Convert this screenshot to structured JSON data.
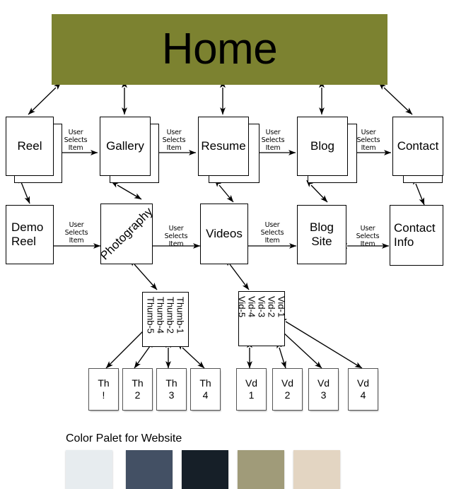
{
  "diagram": {
    "title": "Home",
    "banner_color": "#7c8230",
    "edge_caption": "User\nSelects\nItem",
    "edge_caption_lines": [
      "User",
      "Selects",
      "Item"
    ]
  },
  "rows": {
    "top": [
      {
        "id": "reel",
        "label": "Reel"
      },
      {
        "id": "gallery",
        "label": "Gallery"
      },
      {
        "id": "resume",
        "label": "Resume"
      },
      {
        "id": "blog",
        "label": "Blog"
      },
      {
        "id": "contact",
        "label": "Contact"
      }
    ],
    "second": [
      {
        "id": "demo-reel",
        "label": "Demo\nReel",
        "line1": "Demo",
        "line2": "Reel"
      },
      {
        "id": "photography",
        "label": "Photography",
        "rotated": true
      },
      {
        "id": "videos",
        "label": "Videos"
      },
      {
        "id": "blog-site",
        "label": "Blog\nSite",
        "line1": "Blog",
        "line2": "Site"
      },
      {
        "id": "contact-info",
        "label": "Contact\nInfo",
        "line1": "Contact",
        "line2": "Info"
      }
    ],
    "third": [
      {
        "id": "thumbs-group",
        "labels": [
          "Thumb-1",
          "Thumb-2",
          "Thumb-4",
          "Thumb-5"
        ]
      },
      {
        "id": "vids-group",
        "labels": [
          "Vid-1",
          "Vid-2",
          "Vid-3",
          "Vid-4",
          "Vid-5"
        ]
      }
    ],
    "leaves": {
      "thumbs": [
        {
          "id": "th-1",
          "line1": "Th",
          "line2": "!"
        },
        {
          "id": "th-2",
          "line1": "Th",
          "line2": "2"
        },
        {
          "id": "th-3",
          "line1": "Th",
          "line2": "3"
        },
        {
          "id": "th-4",
          "line1": "Th",
          "line2": "4"
        }
      ],
      "vids": [
        {
          "id": "vd-1",
          "line1": "Vd",
          "line2": "1"
        },
        {
          "id": "vd-2",
          "line1": "Vd",
          "line2": "2"
        },
        {
          "id": "vd-3",
          "line1": "Vd",
          "line2": "3"
        },
        {
          "id": "vd-4",
          "line1": "Vd",
          "line2": "4"
        }
      ]
    }
  },
  "edge_captions": {
    "row1": [
      "User Selects Item",
      "User Selects Item",
      "User Selects Item",
      "User Selects Item"
    ],
    "row2": [
      "User Selects Item",
      "User Selects Item",
      "User Selects Item",
      "User Selects Item"
    ]
  },
  "palette": {
    "title": "Color Palet for Website",
    "swatches": [
      {
        "name": "pale-blue-gray",
        "hex": "#e7ecef"
      },
      {
        "name": "slate-blue",
        "hex": "#435064"
      },
      {
        "name": "dark-navy",
        "hex": "#161f28"
      },
      {
        "name": "sage-khaki",
        "hex": "#a09b79"
      },
      {
        "name": "beige",
        "hex": "#e3d5c2"
      }
    ]
  }
}
